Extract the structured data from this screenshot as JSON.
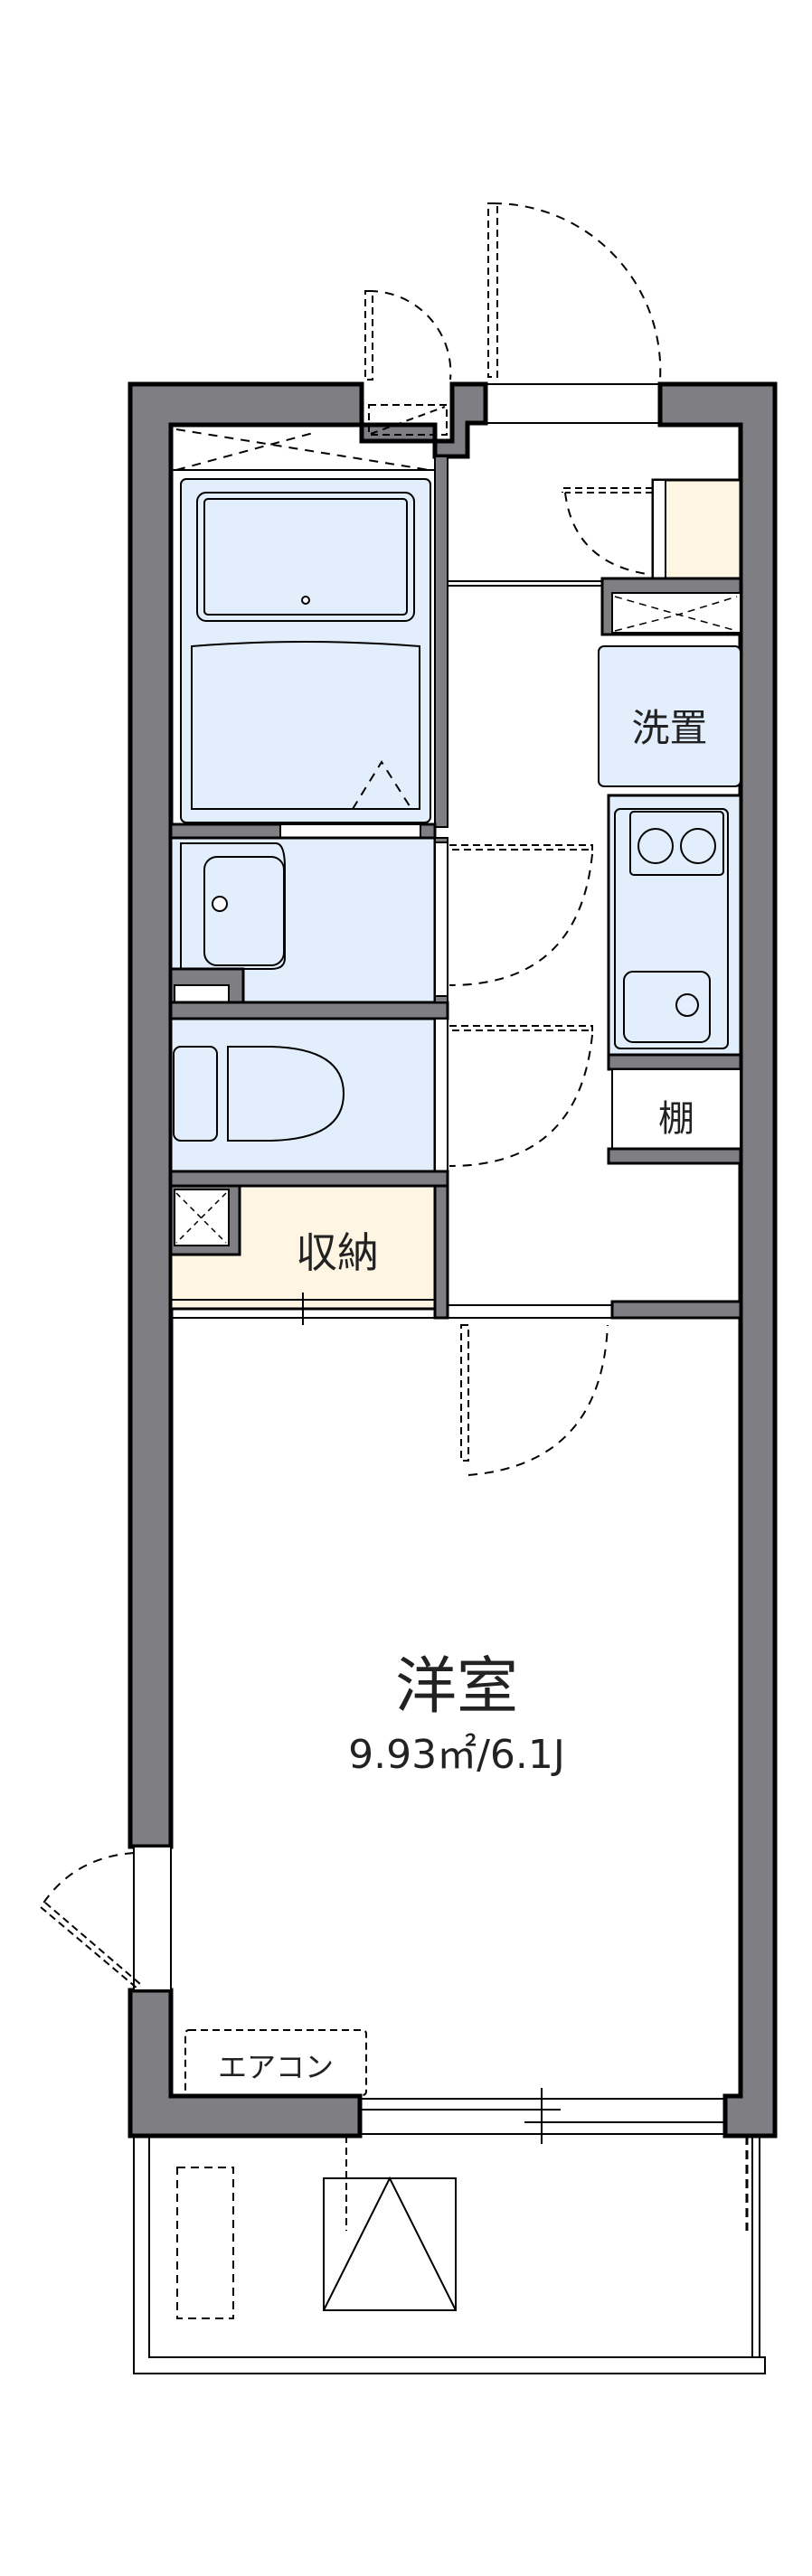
{
  "floorplan": {
    "rooms": {
      "main_room": {
        "name": "洋室",
        "area": "9.93㎡/6.1J"
      },
      "washer": {
        "label": "洗置"
      },
      "shelf": {
        "label": "棚"
      },
      "storage": {
        "label": "収納"
      },
      "aircon": {
        "label": "エアコン"
      }
    },
    "colors": {
      "wall": "#7f7f83",
      "wet_area": "#e3eefc",
      "storage": "#fff5e3",
      "line": "#000000"
    }
  }
}
